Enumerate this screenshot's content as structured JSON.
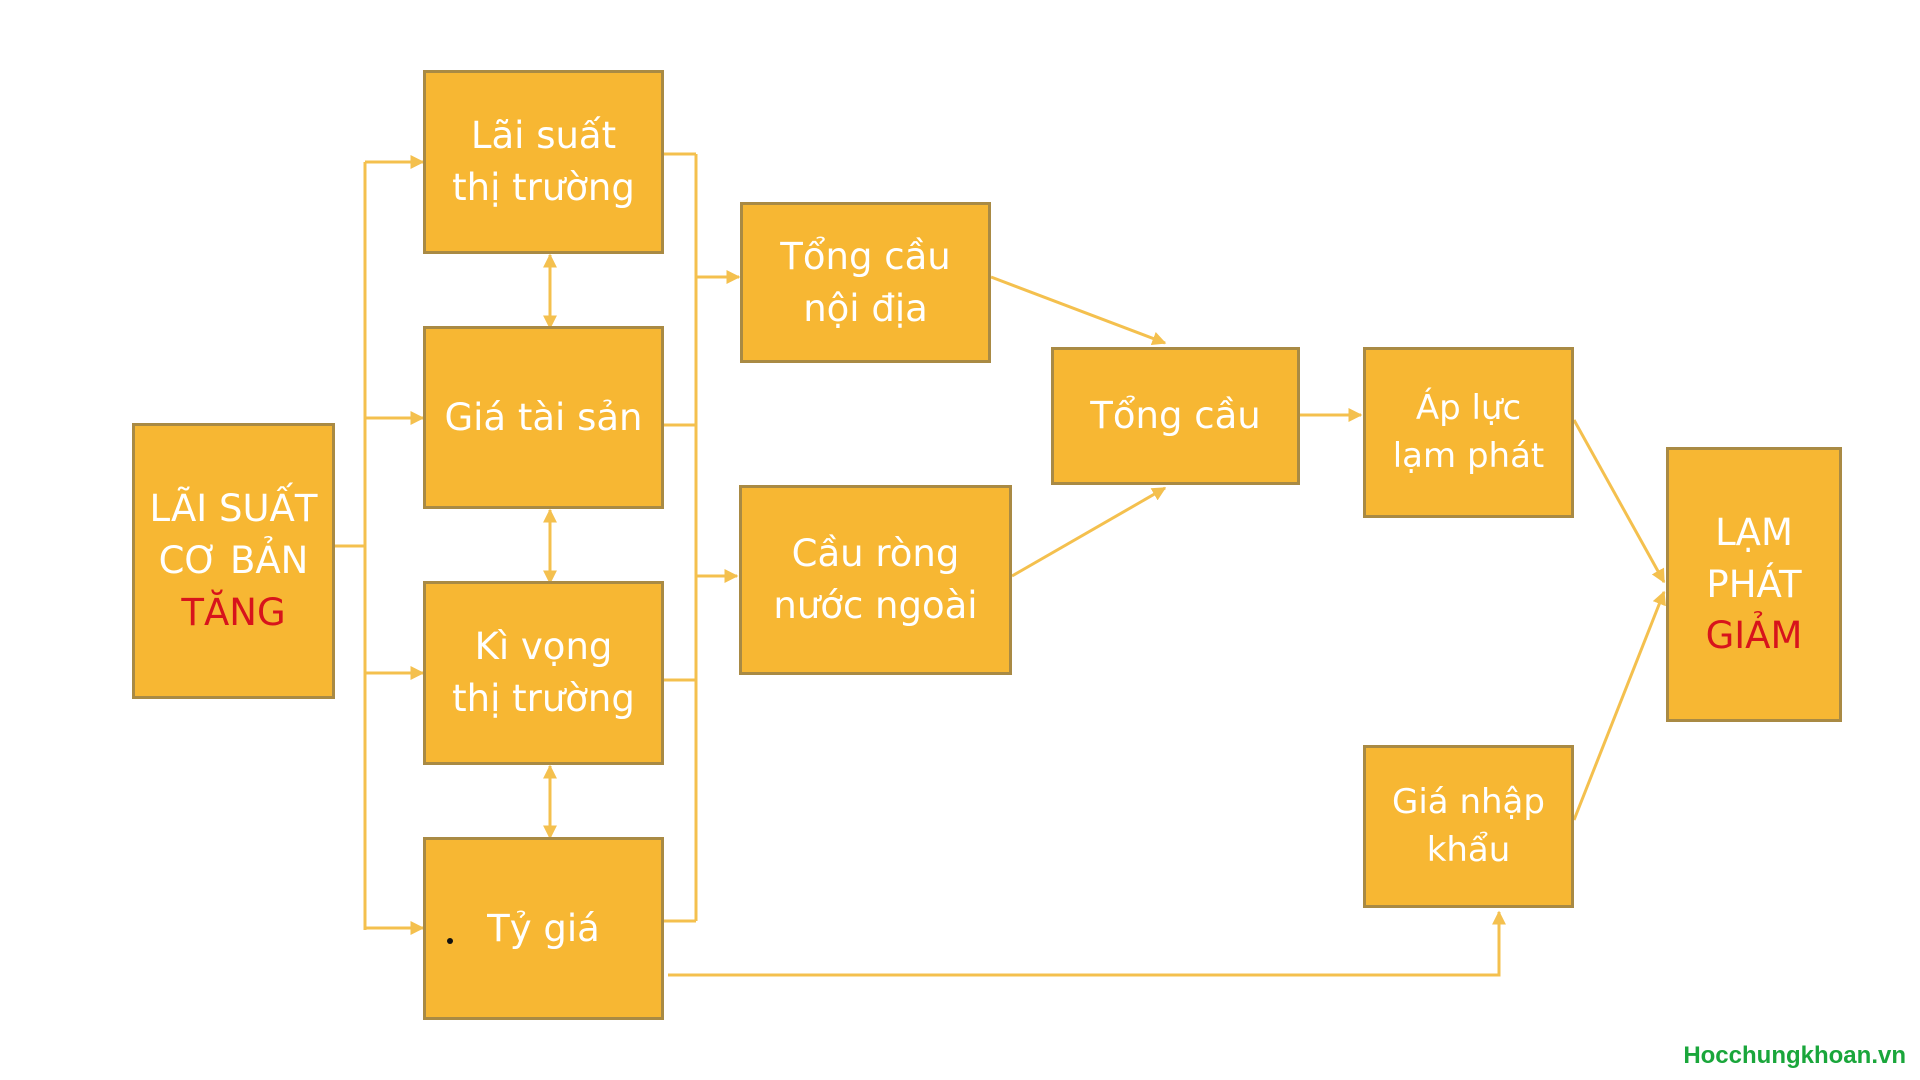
{
  "colors": {
    "box_fill": "#f7b733",
    "box_border": "#a98a44",
    "box_text": "#ffffff",
    "accent": "#d7141c",
    "arrow": "#f4c04e",
    "watermark": "#1aa63b"
  },
  "nodes": {
    "base_rate": {
      "line1": "LÃI SUẤT",
      "line2": "CƠ BẢN",
      "line3": "TĂNG"
    },
    "market_rate": {
      "line1": "Lãi suất",
      "line2": "thị trường"
    },
    "asset_price": {
      "line1": "Giá tài sản"
    },
    "market_expect": {
      "line1": "Kì vọng",
      "line2": "thị trường"
    },
    "exchange_rate": {
      "line1": "Tỷ giá"
    },
    "domestic_demand": {
      "line1": "Tổng cầu",
      "line2": "nội địa"
    },
    "net_foreign": {
      "line1": "Cầu ròng",
      "line2": "nước ngoài"
    },
    "total_demand": {
      "line1": "Tổng cầu"
    },
    "inflation_pressure": {
      "line1": "Áp lực",
      "line2": "lạm phát"
    },
    "import_price": {
      "line1": "Giá nhập",
      "line2": "khẩu"
    },
    "inflation": {
      "line1": "LẠM",
      "line2": "PHÁT",
      "line3": "GIẢM"
    }
  },
  "watermark": {
    "text": "Hocchungkhoan.vn"
  }
}
